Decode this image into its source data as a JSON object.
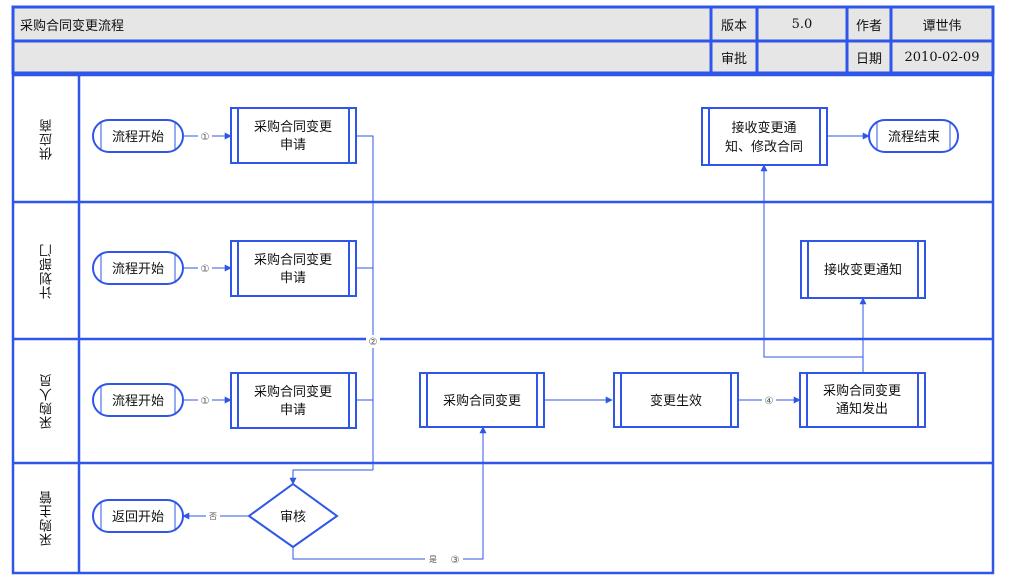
{
  "header": {
    "title": "采购合同变更流程",
    "version_label": "版本",
    "version_value": "5.0",
    "author_label": "作者",
    "author_value": "谭世伟",
    "approval_label": "审批",
    "approval_value": "",
    "date_label": "日期",
    "date_value": "2010-02-09"
  },
  "lanes": [
    "供应商",
    "计划部门",
    "采购人员",
    "采购主管"
  ],
  "nodes": {
    "supplier_start": "流程开始",
    "supplier_apply": [
      "采购合同变更",
      "申请"
    ],
    "supplier_receive": [
      "接收变更通",
      "知、修改合同"
    ],
    "supplier_end": "流程结束",
    "plan_start": "流程开始",
    "plan_apply": [
      "采购合同变更",
      "申请"
    ],
    "plan_receive": "接收变更通知",
    "buyer_start": "流程开始",
    "buyer_apply": [
      "采购合同变更",
      "申请"
    ],
    "buyer_change": "采购合同变更",
    "buyer_effective": "变更生效",
    "buyer_notify": [
      "采购合同变更",
      "通知发出"
    ],
    "mgr_return": "返回开始",
    "mgr_review": "审核"
  },
  "markers": {
    "step1": "①",
    "step2": "②",
    "step3": "③",
    "step4": "④",
    "yes": "是",
    "no": "否"
  },
  "colors": {
    "line": "#2f56e8",
    "header_fill": "#e6e6e6"
  }
}
